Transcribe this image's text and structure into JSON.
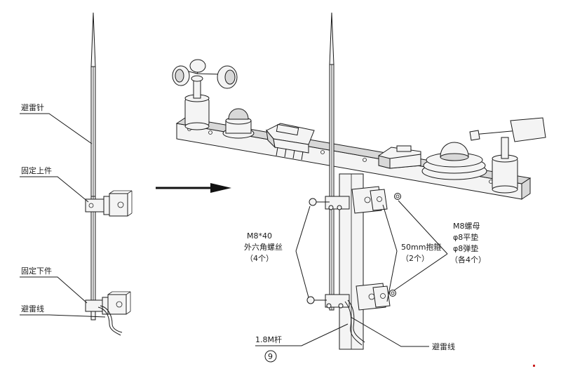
{
  "left_assembly": {
    "labels": {
      "lightning_rod": "避雷针",
      "upper_fixture": "固定上件",
      "lower_fixture": "固定下件",
      "ground_wire": "避雷线"
    }
  },
  "right_assembly": {
    "labels": {
      "hex_bolt_spec": "M8*40",
      "hex_bolt_name": "外六角螺丝",
      "hex_bolt_qty": "（4个）",
      "clamp_name": "50mm抱箍",
      "clamp_qty": "（2个）",
      "nut_name": "M8螺母",
      "flat_washer": "φ8平垫",
      "spring_washer": "φ8弹垫",
      "nut_qty": "（各4个）",
      "pole": "1.8M杆",
      "pole_index": "9",
      "ground_wire": "避雷线"
    }
  },
  "colors": {
    "line": "#1a1a1a",
    "fill_light": "#f4f4f4",
    "fill_mid": "#d8d8d8",
    "mark": "#cc2222"
  }
}
